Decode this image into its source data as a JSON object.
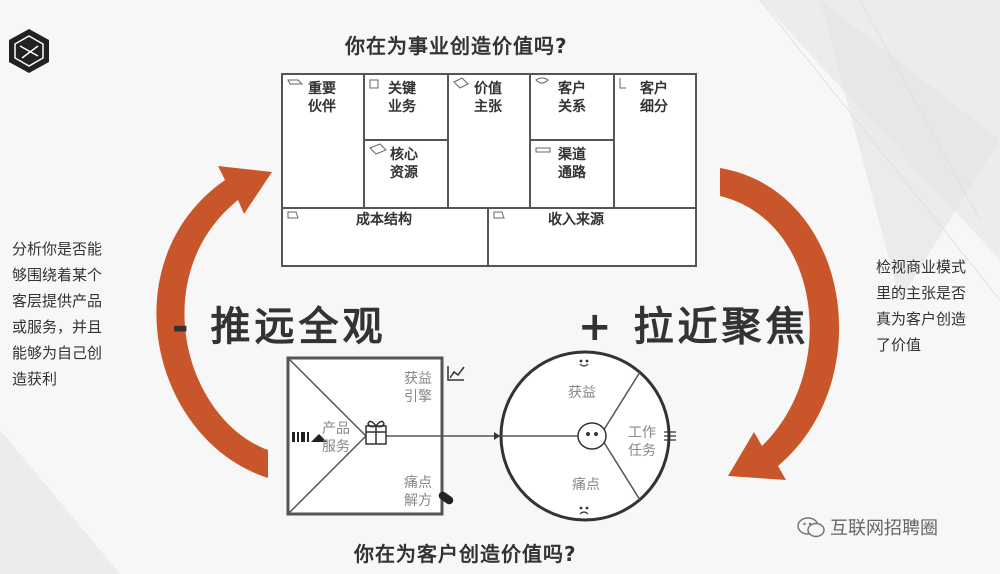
{
  "top_title": "你在为事业创造价值吗?",
  "bottom_title": "你在为客户创造价值吗?",
  "left_text": [
    "分析你是否能",
    "够围绕着某个",
    "客层提供产品",
    "或服务，并且",
    "能够为自己创",
    "造获利"
  ],
  "right_text": [
    "检视商业模式",
    "里的主张是否",
    "真为客户创造",
    "了价值"
  ],
  "zoom_out": "- 推远全观",
  "zoom_in": "+ 拉近聚焦",
  "canvas": {
    "key_partners": [
      "重要",
      "伙伴"
    ],
    "key_activities": [
      "关键",
      "业务"
    ],
    "key_resources": [
      "核心",
      "资源"
    ],
    "value_propositions": [
      "价值",
      "主张"
    ],
    "customer_relationships": [
      "客户",
      "关系"
    ],
    "channels": [
      "渠道",
      "通路"
    ],
    "customer_segments": [
      "客户",
      "细分"
    ],
    "cost_structure": "成本结构",
    "revenue_streams": "收入来源"
  },
  "value_map": {
    "gain_creators": [
      "获益",
      "引擎"
    ],
    "products_services": [
      "产品",
      "服务"
    ],
    "pain_relievers": [
      "痛点",
      "解方"
    ]
  },
  "customer_profile": {
    "gains": "获益",
    "jobs": [
      "工作",
      "任务"
    ],
    "pains": "痛点"
  },
  "watermark": "互联网招聘圈",
  "colors": {
    "arrow": "#c9562a",
    "line": "#555555"
  }
}
